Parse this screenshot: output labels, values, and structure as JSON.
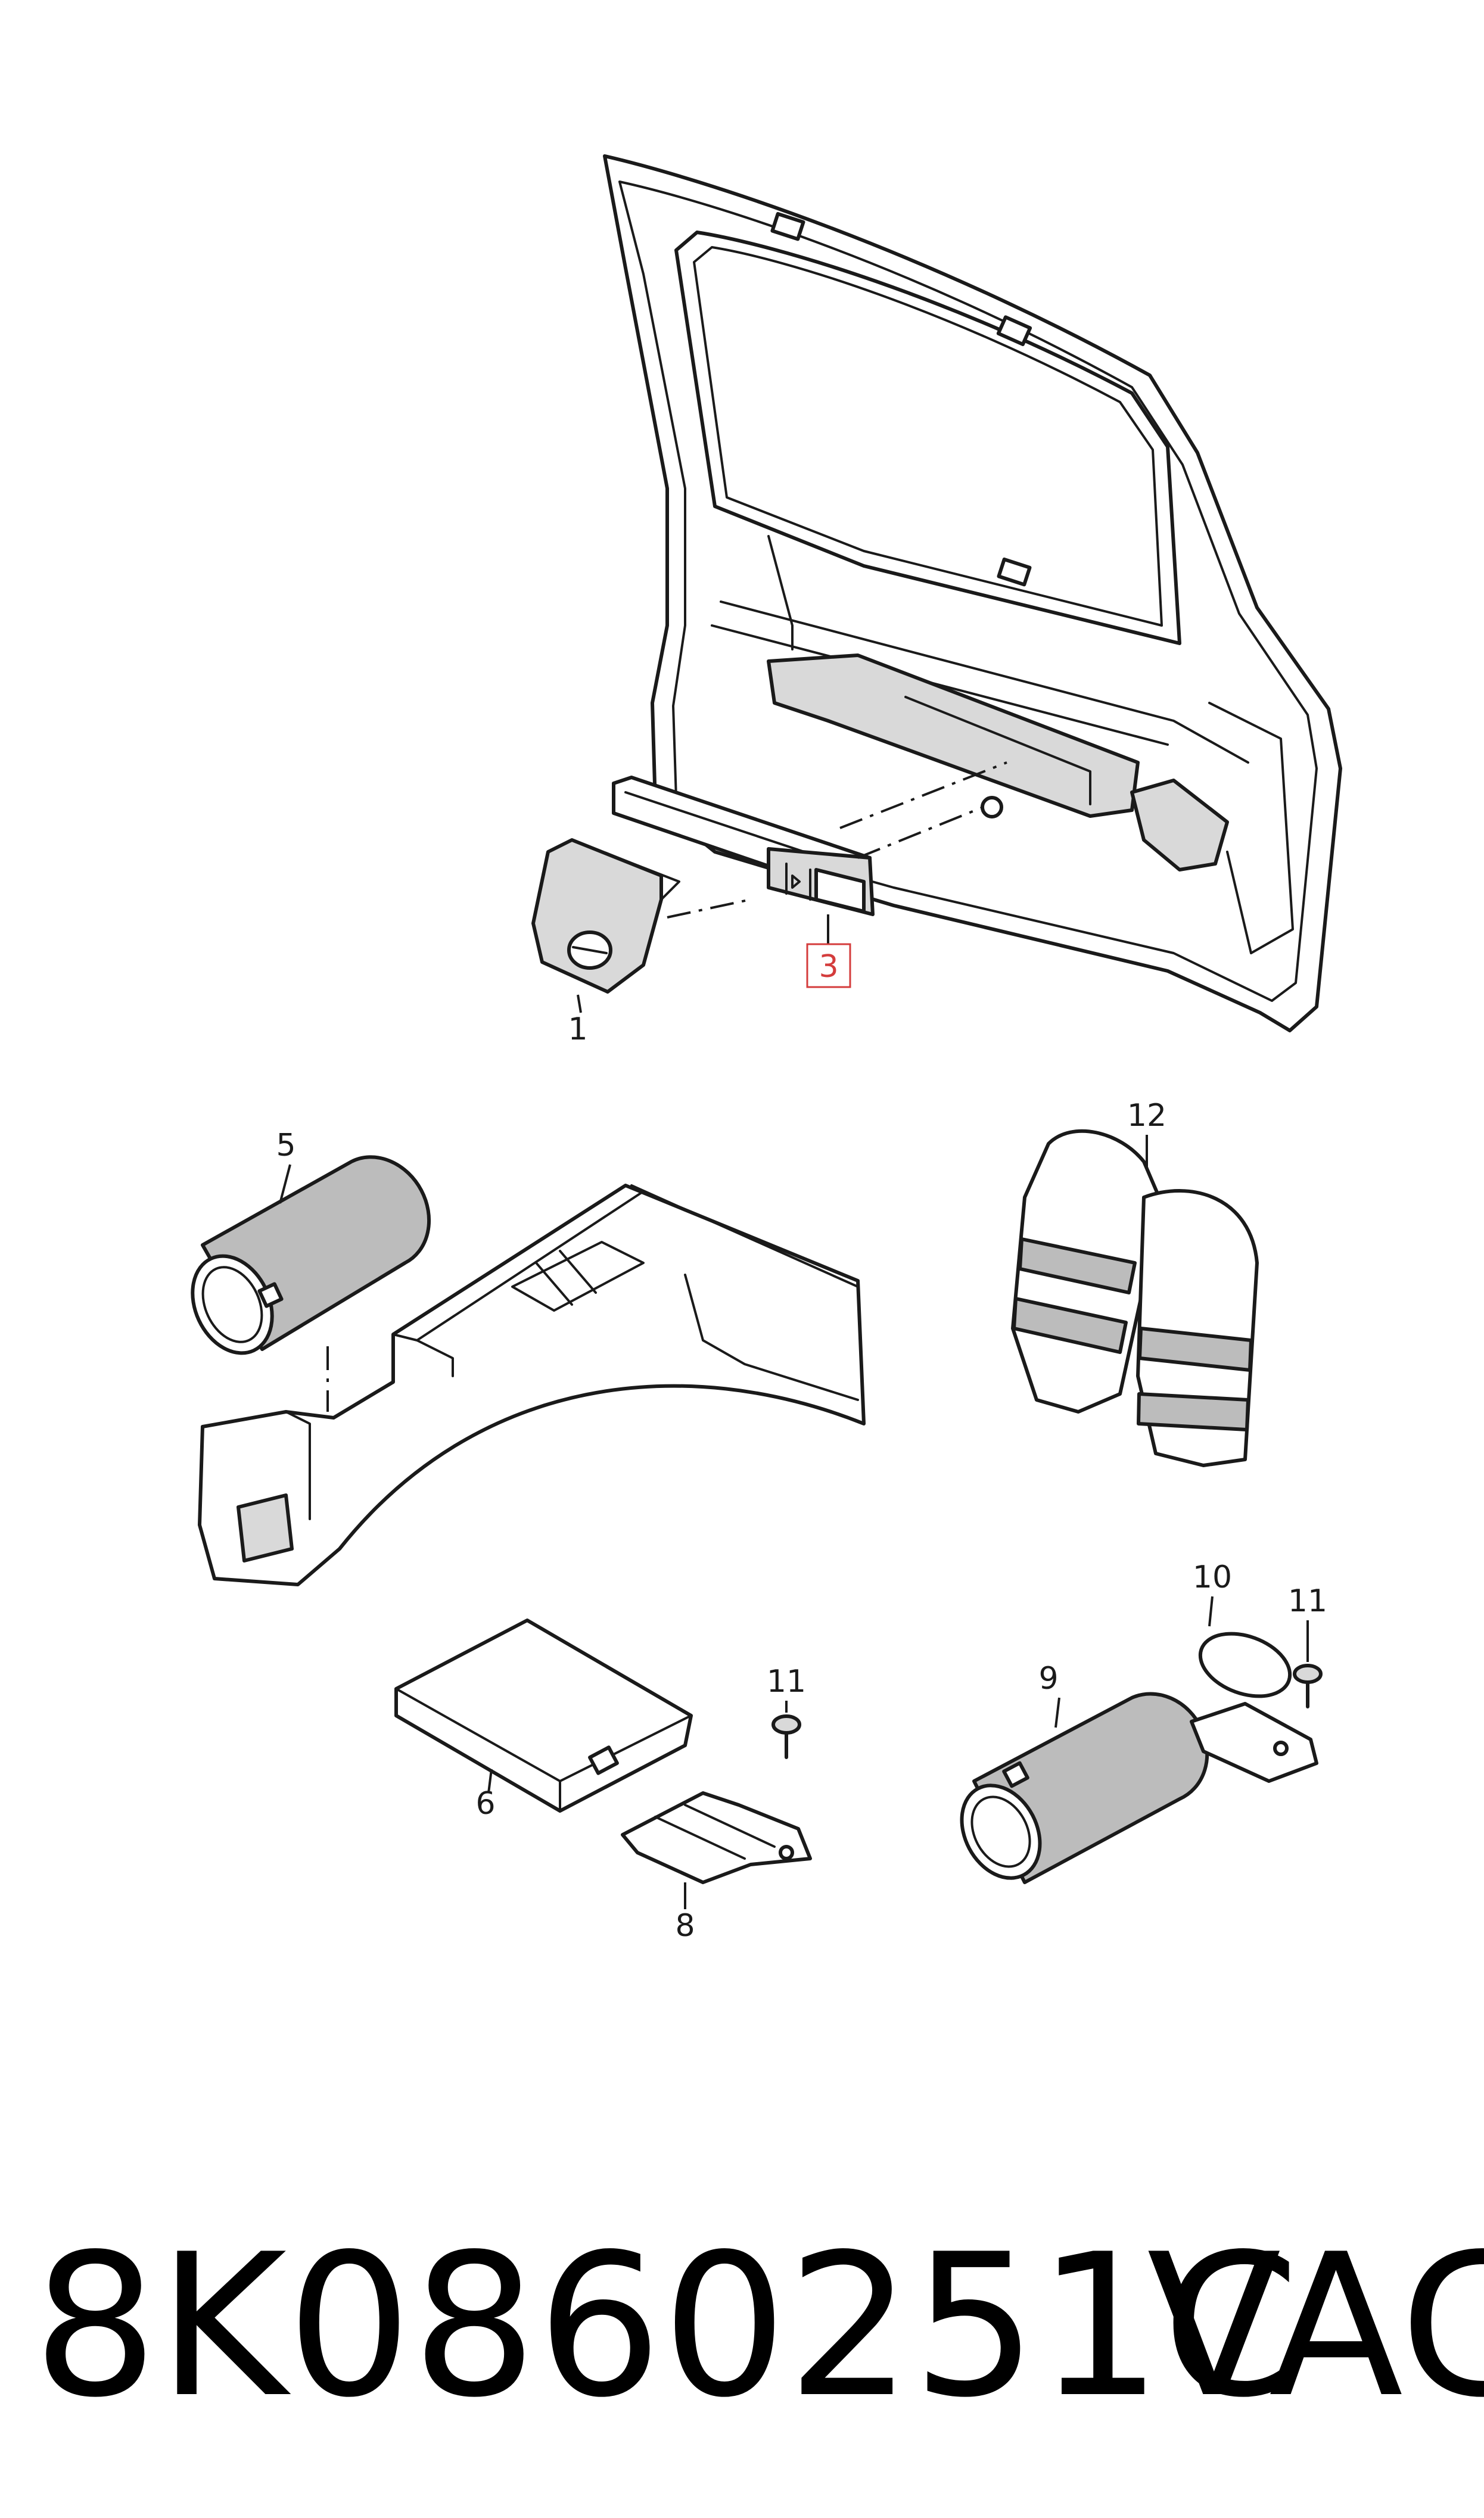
{
  "callouts": {
    "c1": "1",
    "c3": "3",
    "c5": "5",
    "c6": "6",
    "c8": "8",
    "c9": "9",
    "c10": "10",
    "c11a": "11",
    "c11b": "11",
    "c12": "12"
  },
  "highlight": {
    "callout": "3",
    "color": "#d43c3c"
  },
  "footer": {
    "part_number": "8K0860251C",
    "brand": "VAG"
  }
}
